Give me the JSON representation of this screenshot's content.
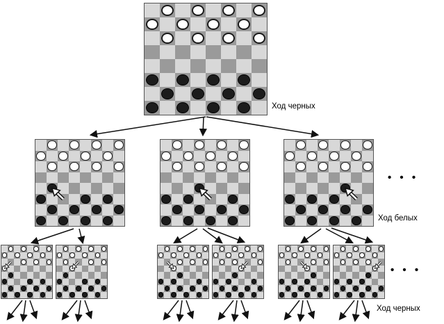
{
  "labels": {
    "level1_move": "Ход черных",
    "level2_move": "Ход белых",
    "level3_move": "Ход черных"
  },
  "ellipsis": "• • •",
  "colors": {
    "light_square": "#d8d8d8",
    "dark_square": "#9a9a9a",
    "white_piece": "#ffffff",
    "black_piece": "#1c1c1c",
    "arrow": "#111111"
  },
  "boards": {
    "root": {
      "white": [
        [
          0,
          1
        ],
        [
          0,
          3
        ],
        [
          0,
          5
        ],
        [
          0,
          7
        ],
        [
          1,
          0
        ],
        [
          1,
          2
        ],
        [
          1,
          4
        ],
        [
          1,
          6
        ],
        [
          2,
          1
        ],
        [
          2,
          3
        ],
        [
          2,
          5
        ],
        [
          2,
          7
        ]
      ],
      "black": [
        [
          5,
          0
        ],
        [
          5,
          2
        ],
        [
          5,
          4
        ],
        [
          5,
          6
        ],
        [
          6,
          1
        ],
        [
          6,
          3
        ],
        [
          6,
          5
        ],
        [
          6,
          7
        ],
        [
          7,
          0
        ],
        [
          7,
          2
        ],
        [
          7,
          4
        ],
        [
          7,
          6
        ]
      ],
      "move": null
    },
    "l2_1": {
      "white": [
        [
          0,
          1
        ],
        [
          0,
          3
        ],
        [
          0,
          5
        ],
        [
          0,
          7
        ],
        [
          1,
          0
        ],
        [
          1,
          2
        ],
        [
          1,
          4
        ],
        [
          1,
          6
        ],
        [
          2,
          1
        ],
        [
          2,
          3
        ],
        [
          2,
          5
        ],
        [
          2,
          7
        ]
      ],
      "black": [
        [
          4,
          1
        ],
        [
          5,
          0
        ],
        [
          5,
          4
        ],
        [
          5,
          6
        ],
        [
          6,
          1
        ],
        [
          6,
          3
        ],
        [
          6,
          5
        ],
        [
          6,
          7
        ],
        [
          7,
          0
        ],
        [
          7,
          2
        ],
        [
          7,
          4
        ],
        [
          7,
          6
        ]
      ],
      "move": {
        "from": [
          5,
          2
        ],
        "to": [
          4,
          1
        ]
      }
    },
    "l2_2": {
      "white": [
        [
          0,
          1
        ],
        [
          0,
          3
        ],
        [
          0,
          5
        ],
        [
          0,
          7
        ],
        [
          1,
          0
        ],
        [
          1,
          2
        ],
        [
          1,
          4
        ],
        [
          1,
          6
        ],
        [
          2,
          1
        ],
        [
          2,
          3
        ],
        [
          2,
          5
        ],
        [
          2,
          7
        ]
      ],
      "black": [
        [
          4,
          3
        ],
        [
          5,
          0
        ],
        [
          5,
          2
        ],
        [
          5,
          6
        ],
        [
          6,
          1
        ],
        [
          6,
          3
        ],
        [
          6,
          5
        ],
        [
          6,
          7
        ],
        [
          7,
          0
        ],
        [
          7,
          2
        ],
        [
          7,
          4
        ],
        [
          7,
          6
        ]
      ],
      "move": {
        "from": [
          5,
          4
        ],
        "to": [
          4,
          3
        ]
      }
    },
    "l2_3": {
      "white": [
        [
          0,
          1
        ],
        [
          0,
          3
        ],
        [
          0,
          5
        ],
        [
          0,
          7
        ],
        [
          1,
          0
        ],
        [
          1,
          2
        ],
        [
          1,
          4
        ],
        [
          1,
          6
        ],
        [
          2,
          1
        ],
        [
          2,
          3
        ],
        [
          2,
          5
        ],
        [
          2,
          7
        ]
      ],
      "black": [
        [
          4,
          5
        ],
        [
          5,
          0
        ],
        [
          5,
          2
        ],
        [
          5,
          4
        ],
        [
          6,
          1
        ],
        [
          6,
          3
        ],
        [
          6,
          5
        ],
        [
          6,
          7
        ],
        [
          7,
          0
        ],
        [
          7,
          2
        ],
        [
          7,
          4
        ],
        [
          7,
          6
        ]
      ],
      "move": {
        "from": [
          5,
          6
        ],
        "to": [
          4,
          5
        ]
      }
    },
    "l3_1": {
      "white": [
        [
          0,
          1
        ],
        [
          0,
          3
        ],
        [
          0,
          5
        ],
        [
          0,
          7
        ],
        [
          1,
          0
        ],
        [
          1,
          2
        ],
        [
          1,
          4
        ],
        [
          1,
          6
        ],
        [
          3,
          0
        ],
        [
          2,
          3
        ],
        [
          2,
          5
        ],
        [
          2,
          7
        ]
      ],
      "black": [
        [
          4,
          1
        ],
        [
          5,
          0
        ],
        [
          5,
          4
        ],
        [
          5,
          6
        ],
        [
          6,
          1
        ],
        [
          6,
          3
        ],
        [
          6,
          5
        ],
        [
          6,
          7
        ],
        [
          7,
          0
        ],
        [
          7,
          2
        ],
        [
          7,
          4
        ],
        [
          7,
          6
        ]
      ],
      "move": {
        "from": [
          2,
          1
        ],
        "to": [
          3,
          0
        ]
      }
    },
    "l3_2": {
      "white": [
        [
          0,
          1
        ],
        [
          0,
          3
        ],
        [
          0,
          5
        ],
        [
          0,
          7
        ],
        [
          1,
          0
        ],
        [
          1,
          2
        ],
        [
          1,
          4
        ],
        [
          1,
          6
        ],
        [
          2,
          1
        ],
        [
          3,
          2
        ],
        [
          2,
          5
        ],
        [
          2,
          7
        ]
      ],
      "black": [
        [
          4,
          1
        ],
        [
          5,
          0
        ],
        [
          5,
          4
        ],
        [
          5,
          6
        ],
        [
          6,
          1
        ],
        [
          6,
          3
        ],
        [
          6,
          5
        ],
        [
          6,
          7
        ],
        [
          7,
          0
        ],
        [
          7,
          2
        ],
        [
          7,
          4
        ],
        [
          7,
          6
        ]
      ],
      "move": {
        "from": [
          2,
          3
        ],
        "to": [
          3,
          2
        ]
      }
    },
    "l3_3": {
      "white": [
        [
          0,
          1
        ],
        [
          0,
          3
        ],
        [
          0,
          5
        ],
        [
          0,
          7
        ],
        [
          1,
          0
        ],
        [
          1,
          2
        ],
        [
          1,
          4
        ],
        [
          1,
          6
        ],
        [
          3,
          2
        ],
        [
          2,
          3
        ],
        [
          2,
          5
        ],
        [
          2,
          7
        ]
      ],
      "black": [
        [
          4,
          3
        ],
        [
          5,
          0
        ],
        [
          5,
          2
        ],
        [
          5,
          6
        ],
        [
          6,
          1
        ],
        [
          6,
          3
        ],
        [
          6,
          5
        ],
        [
          6,
          7
        ],
        [
          7,
          0
        ],
        [
          7,
          2
        ],
        [
          7,
          4
        ],
        [
          7,
          6
        ]
      ],
      "move": {
        "from": [
          2,
          1
        ],
        "to": [
          3,
          2
        ]
      }
    },
    "l3_4": {
      "white": [
        [
          0,
          1
        ],
        [
          0,
          3
        ],
        [
          0,
          5
        ],
        [
          0,
          7
        ],
        [
          1,
          0
        ],
        [
          1,
          2
        ],
        [
          1,
          4
        ],
        [
          1,
          6
        ],
        [
          2,
          1
        ],
        [
          2,
          3
        ],
        [
          3,
          4
        ],
        [
          2,
          7
        ]
      ],
      "black": [
        [
          4,
          3
        ],
        [
          5,
          0
        ],
        [
          5,
          2
        ],
        [
          5,
          6
        ],
        [
          6,
          1
        ],
        [
          6,
          3
        ],
        [
          6,
          5
        ],
        [
          6,
          7
        ],
        [
          7,
          0
        ],
        [
          7,
          2
        ],
        [
          7,
          4
        ],
        [
          7,
          6
        ]
      ],
      "move": {
        "from": [
          2,
          5
        ],
        "to": [
          3,
          4
        ]
      }
    },
    "l3_5": {
      "white": [
        [
          0,
          1
        ],
        [
          0,
          3
        ],
        [
          0,
          5
        ],
        [
          0,
          7
        ],
        [
          1,
          0
        ],
        [
          1,
          2
        ],
        [
          1,
          4
        ],
        [
          1,
          6
        ],
        [
          2,
          1
        ],
        [
          3,
          4
        ],
        [
          2,
          5
        ],
        [
          2,
          7
        ]
      ],
      "black": [
        [
          4,
          5
        ],
        [
          5,
          0
        ],
        [
          5,
          2
        ],
        [
          5,
          4
        ],
        [
          6,
          1
        ],
        [
          6,
          3
        ],
        [
          6,
          5
        ],
        [
          6,
          7
        ],
        [
          7,
          0
        ],
        [
          7,
          2
        ],
        [
          7,
          4
        ],
        [
          7,
          6
        ]
      ],
      "move": {
        "from": [
          2,
          3
        ],
        "to": [
          3,
          4
        ]
      }
    },
    "l3_6": {
      "white": [
        [
          0,
          1
        ],
        [
          0,
          3
        ],
        [
          0,
          5
        ],
        [
          0,
          7
        ],
        [
          1,
          0
        ],
        [
          1,
          2
        ],
        [
          1,
          4
        ],
        [
          1,
          6
        ],
        [
          2,
          1
        ],
        [
          2,
          3
        ],
        [
          2,
          5
        ],
        [
          3,
          6
        ]
      ],
      "black": [
        [
          4,
          5
        ],
        [
          5,
          0
        ],
        [
          5,
          2
        ],
        [
          5,
          4
        ],
        [
          6,
          1
        ],
        [
          6,
          3
        ],
        [
          6,
          5
        ],
        [
          6,
          7
        ],
        [
          7,
          0
        ],
        [
          7,
          2
        ],
        [
          7,
          4
        ],
        [
          7,
          6
        ]
      ],
      "move": {
        "from": [
          2,
          7
        ],
        "to": [
          3,
          6
        ]
      }
    }
  }
}
